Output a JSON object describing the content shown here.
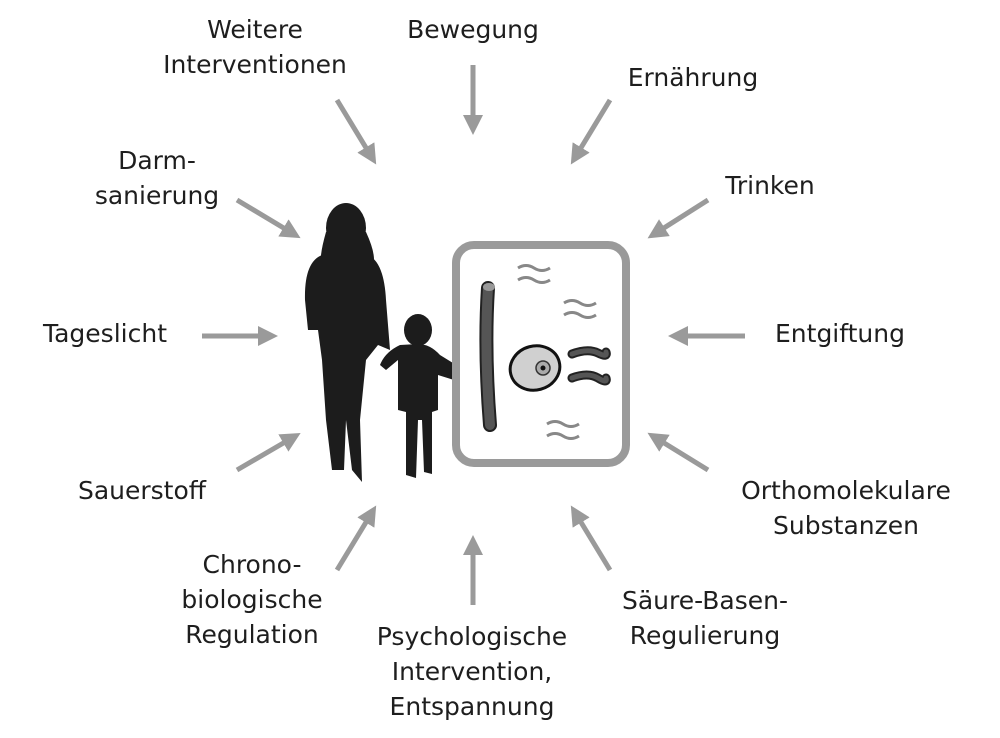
{
  "labels": {
    "weitere": [
      "Weitere",
      "Interventionen"
    ],
    "bewegung": [
      "Bewegung"
    ],
    "ernaehrung": [
      "Ernährung"
    ],
    "darm": [
      "Darm-",
      "sanierung"
    ],
    "trinken": [
      "Trinken"
    ],
    "tageslicht": [
      "Tageslicht"
    ],
    "entgiftung": [
      "Entgiftung"
    ],
    "sauerstoff": [
      "Sauerstoff"
    ],
    "ortho": [
      "Orthomolekulare",
      "Substanzen"
    ],
    "chrono": [
      "Chrono-",
      "biologische",
      "Regulation"
    ],
    "psycho": [
      "Psychologische",
      "Intervention,",
      "Entspannung"
    ],
    "saeure": [
      "Säure-Basen-",
      "Regulierung"
    ]
  },
  "colors": {
    "arrow": "#9a9a9a",
    "silhouette": "#1c1c1c",
    "frame": "#9a9a9a",
    "vessel": "#4a4a4a",
    "cell": "#d0d0d0"
  }
}
